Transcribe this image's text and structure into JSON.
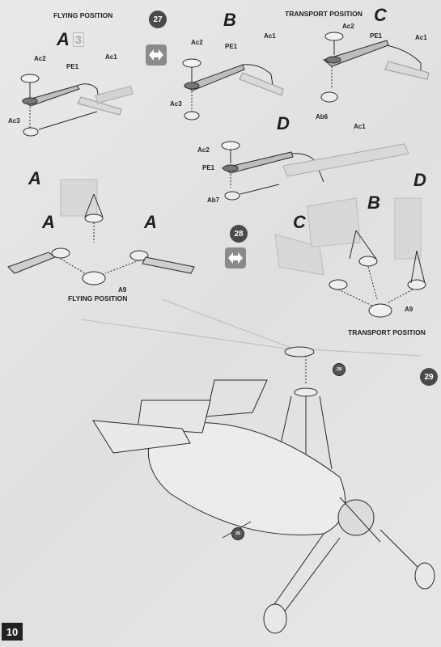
{
  "header": {
    "flying_title": "FLYING POSITION",
    "transport_title": "TRANSPORT POSITION",
    "step_27": "27",
    "step_28": "28",
    "step_29": "29"
  },
  "sub_a": {
    "letter": "A",
    "ghost": "3",
    "parts": {
      "ac2": "Ac2",
      "pe1": "PE1",
      "ac1": "Ac1",
      "ac3": "Ac3"
    }
  },
  "sub_b": {
    "letter": "B",
    "parts": {
      "ac2": "Ac2",
      "pe1": "PE1",
      "ac1": "Ac1",
      "ac3": "Ac3"
    }
  },
  "sub_c": {
    "letter": "C",
    "parts": {
      "ac2": "Ac2",
      "pe1": "PE1",
      "ac1": "Ac1",
      "ab6": "Ab6"
    }
  },
  "sub_d": {
    "letter": "D",
    "parts": {
      "ac2": "Ac2",
      "pe1": "PE1",
      "ac1": "Ac1",
      "ab7": "Ab7"
    }
  },
  "flying_group": {
    "letters": [
      "A",
      "A",
      "A"
    ],
    "part": "A9",
    "caption": "FLYING POSITION"
  },
  "transport_group": {
    "letters": [
      "C",
      "B",
      "D"
    ],
    "part": "A9",
    "caption": "TRANSPORT POSITION"
  },
  "aircraft": {
    "rotor_callout": "28",
    "body_callout": "26"
  },
  "footer": {
    "page_number": "10"
  },
  "colors": {
    "paper": "#e4e5e6",
    "line": "#2a2a2a",
    "step_badge": "#4a4a4a",
    "swap_icon_bg": "#8a8a8a"
  }
}
